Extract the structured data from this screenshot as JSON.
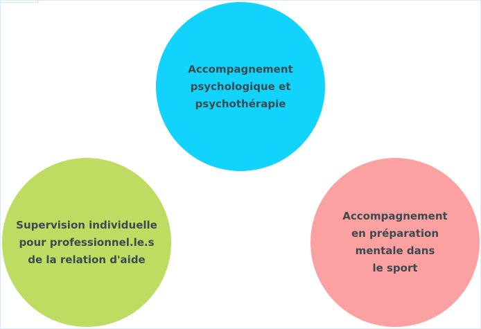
{
  "diagram": {
    "bubbles": {
      "top": {
        "label": "Accompagnement\npsychologique et\npsychothérapie",
        "color": "#12d3fb"
      },
      "left": {
        "label": "Supervision individuelle\npour professionnel.le.s\nde la relation d'aide",
        "color": "#bddc61"
      },
      "right": {
        "label": "Accompagnement\nen préparation\nmentale dans\nle sport",
        "color": "#fca1a1"
      }
    },
    "text_color": "#3b4a4f"
  }
}
